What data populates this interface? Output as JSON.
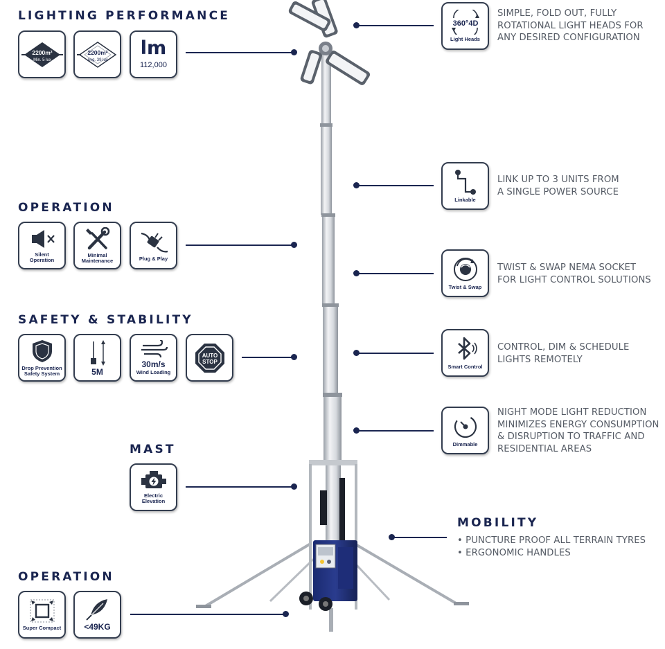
{
  "sections": {
    "lighting_performance": "LIGHTING PERFORMANCE",
    "operation_top": "OPERATION",
    "safety_stability": "SAFETY & STABILITY",
    "mast": "MAST",
    "mobility": "MOBILITY",
    "operation_bottom": "OPERATION"
  },
  "lighting_tiles": [
    {
      "icon": "area-coverage-icon",
      "line1": "2200m²",
      "line2": "Min. 5 lux"
    },
    {
      "icon": "area-coverage-icon",
      "line1": "2200m²",
      "line2": "Avg. 39 lux"
    },
    {
      "icon": "lumens-icon",
      "main": "lm",
      "value": "112,000"
    }
  ],
  "operation_tiles": [
    {
      "icon": "speaker-muted-icon",
      "line1": "Silent",
      "line2": "Operation"
    },
    {
      "icon": "wrench-screwdriver-icon",
      "line1": "Minimal",
      "line2": "Maintenance"
    },
    {
      "icon": "plug-icon",
      "line1": "Plug & Play"
    }
  ],
  "safety_tiles": [
    {
      "icon": "shield-icon",
      "line1": "Drop Prevention",
      "line2": "Safety System"
    },
    {
      "icon": "height-arrow-icon",
      "value": "5M"
    },
    {
      "icon": "wind-icon",
      "value": "30m/s",
      "line1": "Wind Loading"
    },
    {
      "icon": "auto-stop-icon",
      "line1": "AUTO",
      "line2": "STOP"
    }
  ],
  "mast_tiles": [
    {
      "icon": "electric-motor-icon",
      "line1": "Electric",
      "line2": "Elevation"
    }
  ],
  "operation_bottom_tiles": [
    {
      "icon": "compact-box-icon",
      "line1": "Super Compact"
    },
    {
      "icon": "feather-icon",
      "value": "<49KG"
    }
  ],
  "features": [
    {
      "icon": "rotate-360-icon",
      "badge": "360°4D",
      "caption": "Light Heads",
      "lines": [
        "SIMPLE, FOLD OUT, FULLY",
        "ROTATIONAL LIGHT HEADS FOR",
        "ANY DESIRED CONFIGURATION"
      ]
    },
    {
      "icon": "link-icon",
      "caption": "Linkable",
      "lines": [
        "LINK UP TO 3 UNITS FROM",
        "A SINGLE POWER SOURCE"
      ]
    },
    {
      "icon": "twist-swap-icon",
      "caption": "Twist & Swap",
      "lines": [
        "TWIST & SWAP NEMA SOCKET",
        "FOR LIGHT CONTROL SOLUTIONS"
      ]
    },
    {
      "icon": "bluetooth-icon",
      "caption": "Smart Control",
      "lines": [
        "CONTROL, DIM & SCHEDULE",
        "LIGHTS REMOTELY"
      ]
    },
    {
      "icon": "dimmer-icon",
      "caption": "Dimmable",
      "lines": [
        "NIGHT MODE LIGHT REDUCTION",
        "MINIMIZES ENERGY CONSUMPTION",
        "& DISRUPTION TO TRAFFIC AND",
        "RESIDENTIAL AREAS"
      ]
    }
  ],
  "mobility": {
    "items": [
      "• PUNCTURE PROOF ALL TERRAIN TYRES",
      "• ERGONOMIC HANDLES"
    ]
  },
  "colors": {
    "navy": "#1a2550",
    "text_gray": "#555b65",
    "tile_border": "#333d4f"
  }
}
